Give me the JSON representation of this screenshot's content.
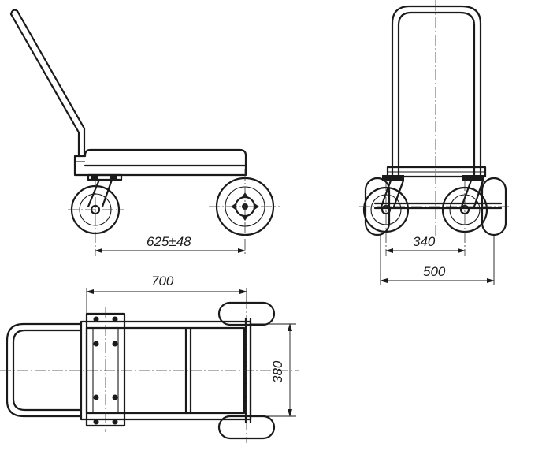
{
  "dimensions": {
    "side_length": "625±48",
    "rear_wheel_track": "340",
    "rear_overall_width": "500",
    "top_overall_length": "700",
    "top_deck_width": "380"
  },
  "stroke_color": "#1a1a1a",
  "background_color": "#ffffff"
}
